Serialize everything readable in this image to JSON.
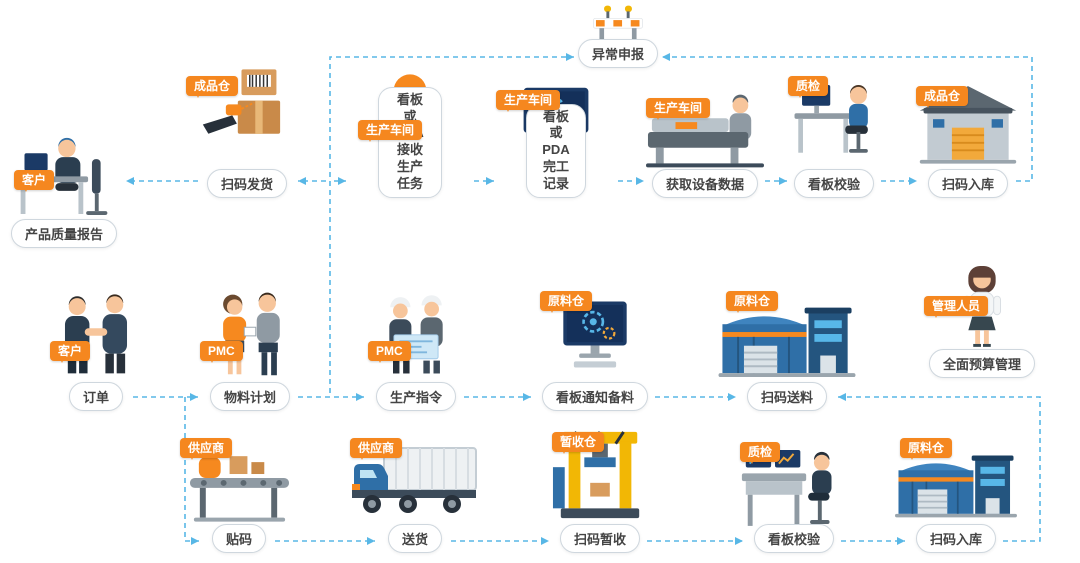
{
  "colors": {
    "badge_bg": "#f5871f",
    "arrow": "#58b7e6",
    "pill_border": "#cfd7de"
  },
  "banner": {
    "label": "异常申报"
  },
  "top_row": [
    {
      "badge": "成品仓",
      "label": "扫码发货"
    },
    {
      "badge": "生产车间",
      "label": "看板或PDA\n接收生产任务"
    },
    {
      "badge": "生产车间",
      "label": "看板或PDA\n完工记录"
    },
    {
      "badge": "生产车间",
      "label": "获取设备数据"
    },
    {
      "badge": "质检",
      "label": "看板校验"
    },
    {
      "badge": "成品仓",
      "label": "扫码入库"
    }
  ],
  "customer": {
    "badge": "客户",
    "label": "产品质量报告"
  },
  "middle_row": [
    {
      "badge": "客户",
      "label": "订单"
    },
    {
      "badge": "PMC",
      "label": "物料计划"
    },
    {
      "badge": "PMC",
      "label": "生产指令"
    },
    {
      "badge": "原料仓",
      "label": "看板通知备料"
    },
    {
      "badge": "原料仓",
      "label": "扫码送料"
    },
    {
      "badge": "管理人员",
      "label": "全面预算管理"
    }
  ],
  "bottom_row": [
    {
      "badge": "供应商",
      "label": "贴码"
    },
    {
      "badge": "供应商",
      "label": "送货"
    },
    {
      "badge": "暂收仓",
      "label": "扫码暂收"
    },
    {
      "badge": "质检",
      "label": "看板校验"
    },
    {
      "badge": "原料仓",
      "label": "扫码入库"
    }
  ]
}
